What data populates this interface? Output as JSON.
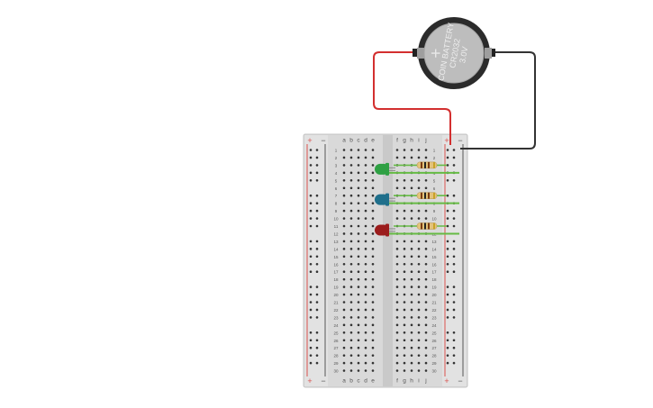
{
  "battery": {
    "label_line1": "COIN BATTERY",
    "label_line2": "CR2032",
    "label_line3": "3.0V",
    "plus_symbol": "+",
    "body_color": "#2b2b2b",
    "face_color": "#bdbdbd"
  },
  "breadboard": {
    "columns_left": [
      "a",
      "b",
      "c",
      "d",
      "e"
    ],
    "columns_right": [
      "f",
      "g",
      "h",
      "i",
      "j"
    ],
    "rows": [
      "1",
      "2",
      "3",
      "4",
      "5",
      "6",
      "7",
      "8",
      "9",
      "10",
      "11",
      "12",
      "13",
      "14",
      "15",
      "16",
      "17",
      "18",
      "19",
      "20",
      "21",
      "22",
      "23",
      "24",
      "25",
      "26",
      "27",
      "28",
      "29",
      "30"
    ],
    "rail_plus": "+",
    "rail_minus": "−",
    "board_color": "#d9d9d9",
    "plus_line_color": "#d9534f",
    "minus_line_color": "#555555"
  },
  "components": {
    "leds": [
      {
        "name": "led-green",
        "color": "#2ea043",
        "row": 4
      },
      {
        "name": "led-blue",
        "color": "#1f6f8b",
        "row": 8
      },
      {
        "name": "led-red",
        "color": "#9b1c1c",
        "row": 12
      }
    ],
    "resistors": [
      {
        "name": "resistor-1",
        "row": 3
      },
      {
        "name": "resistor-2",
        "row": 7
      },
      {
        "name": "resistor-3",
        "row": 11
      }
    ],
    "wires": [
      {
        "name": "wire-positive",
        "color": "#d32f2f"
      },
      {
        "name": "wire-negative",
        "color": "#333333"
      }
    ],
    "jumper_color": "#66bb44"
  }
}
